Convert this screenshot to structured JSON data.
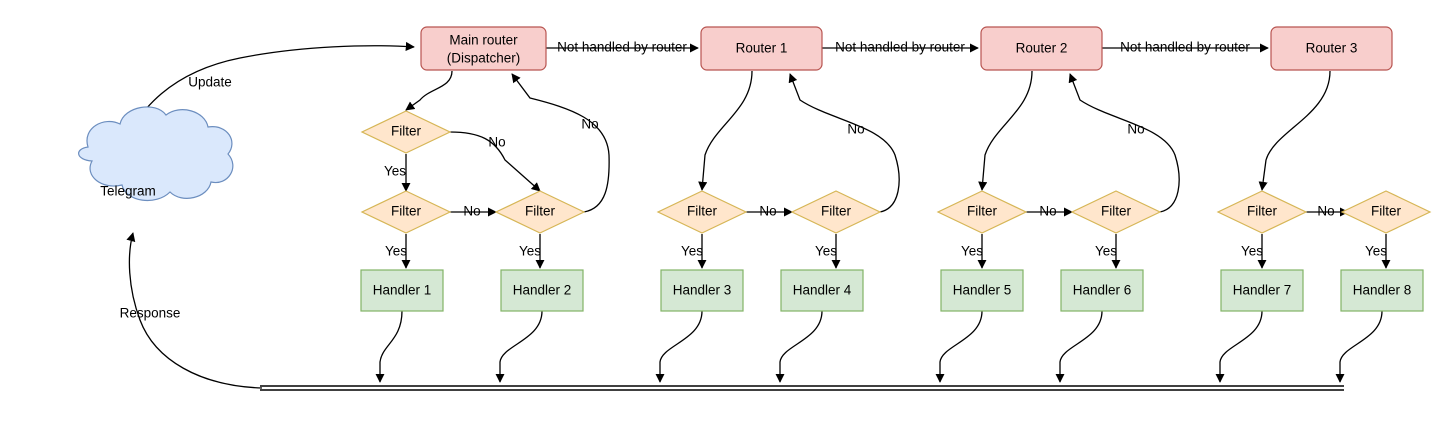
{
  "diagram": {
    "title": "Telegram bot update routing (dispatcher, routers, filters, handlers)",
    "colors": {
      "router_fill": "#f8cecc",
      "router_stroke": "#b85450",
      "filter_fill": "#ffe6cc",
      "filter_stroke": "#d6b656",
      "handler_fill": "#d5e8d4",
      "handler_stroke": "#82b366",
      "cloud_fill": "#dae8fc",
      "cloud_stroke": "#6c8ebf",
      "edge": "#000000"
    },
    "cloud": {
      "label": "Telegram"
    },
    "routers": [
      {
        "id": "main-router",
        "line1": "Main router",
        "line2": "(Dispatcher)"
      },
      {
        "id": "router-1",
        "line1": "Router 1",
        "line2": ""
      },
      {
        "id": "router-2",
        "line1": "Router 2",
        "line2": ""
      },
      {
        "id": "router-3",
        "line1": "Router 3",
        "line2": ""
      }
    ],
    "filters": [
      {
        "id": "filter-top-1",
        "label": "Filter"
      },
      {
        "id": "filter-1",
        "label": "Filter"
      },
      {
        "id": "filter-2",
        "label": "Filter"
      },
      {
        "id": "filter-3",
        "label": "Filter"
      },
      {
        "id": "filter-4",
        "label": "Filter"
      },
      {
        "id": "filter-5",
        "label": "Filter"
      },
      {
        "id": "filter-6",
        "label": "Filter"
      },
      {
        "id": "filter-7",
        "label": "Filter"
      },
      {
        "id": "filter-8",
        "label": "Filter"
      }
    ],
    "handlers": [
      {
        "id": "handler-1",
        "label": "Handler 1"
      },
      {
        "id": "handler-2",
        "label": "Handler 2"
      },
      {
        "id": "handler-3",
        "label": "Handler 3"
      },
      {
        "id": "handler-4",
        "label": "Handler 4"
      },
      {
        "id": "handler-5",
        "label": "Handler 5"
      },
      {
        "id": "handler-6",
        "label": "Handler 6"
      },
      {
        "id": "handler-7",
        "label": "Handler 7"
      },
      {
        "id": "handler-8",
        "label": "Handler 8"
      }
    ],
    "edge_labels": {
      "update": "Update",
      "response": "Response",
      "not_handled_1": "Not handled by router",
      "not_handled_2": "Not handled by router",
      "not_handled_3": "Not handled by router",
      "yes": "Yes",
      "no": "No",
      "yes_1": "Yes",
      "yes_2": "Yes",
      "yes_3": "Yes",
      "yes_4": "Yes",
      "yes_5": "Yes",
      "yes_6": "Yes",
      "yes_7": "Yes",
      "yes_8": "Yes",
      "yes_top": "Yes",
      "no_a": "No",
      "no_b": "No",
      "no_c": "No",
      "no_d": "No",
      "no_e": "No",
      "no_f": "No",
      "no_g": "No",
      "no_h": "No",
      "no_i": "No",
      "no_j": "No"
    }
  }
}
